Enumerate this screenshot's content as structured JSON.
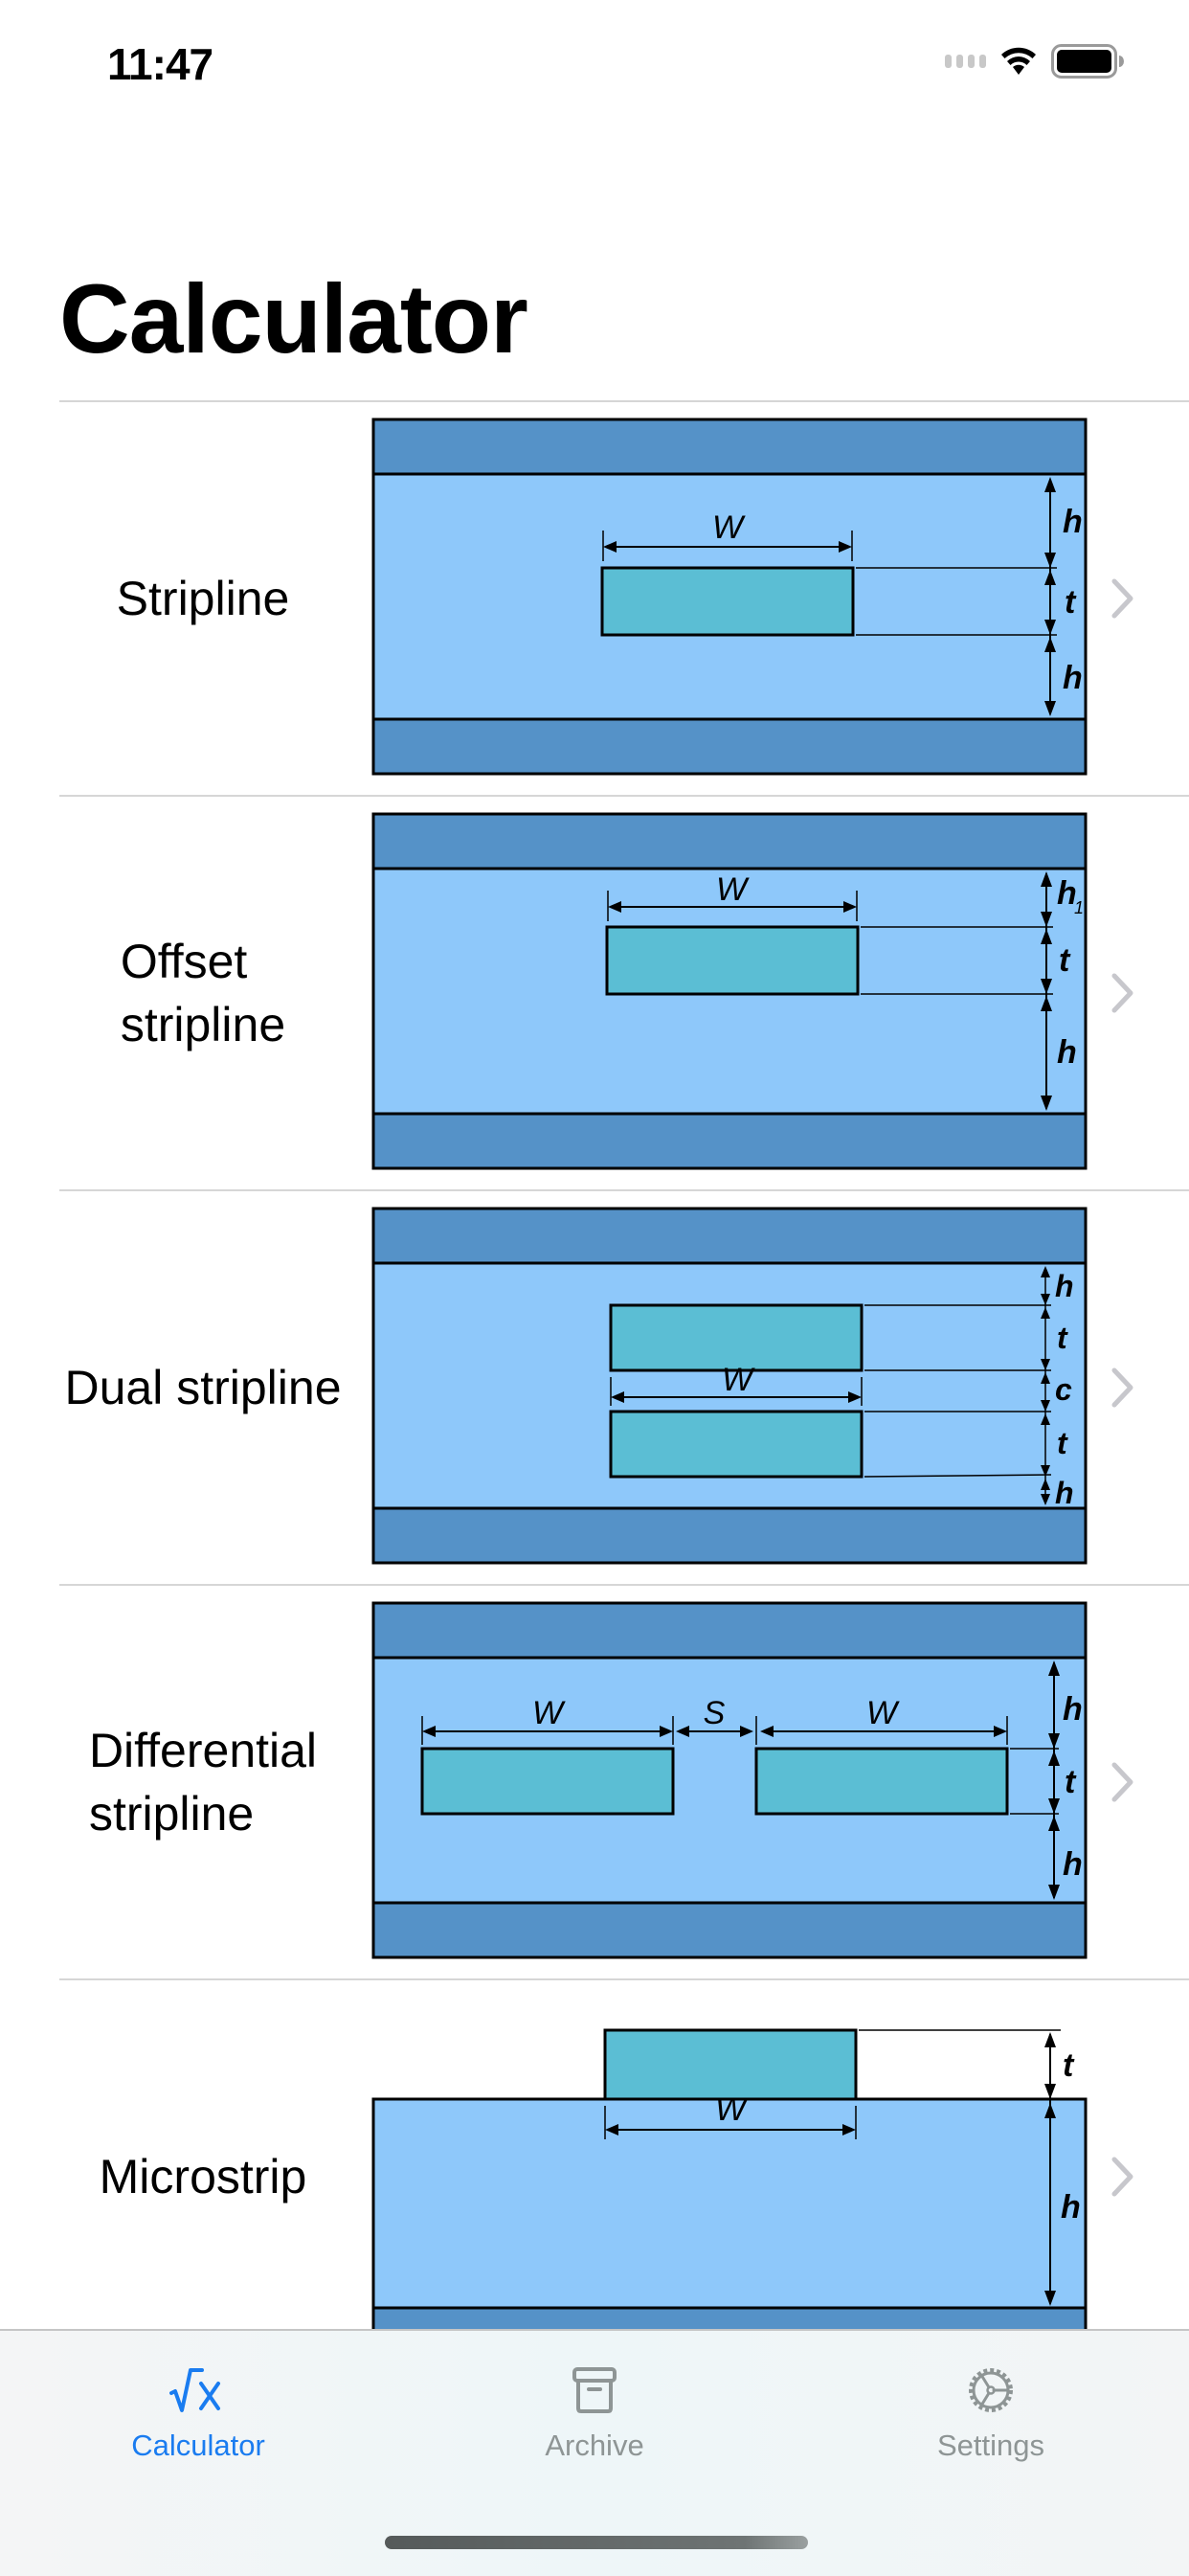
{
  "status_bar": {
    "time": "11:47",
    "wifi_icon": "wifi-icon",
    "battery_icon": "battery-icon",
    "signal_icon": "cellular-signal-icon"
  },
  "header": {
    "title": "Calculator"
  },
  "colors": {
    "accent": "#1a7cf0",
    "inactive_tab": "#8e9595",
    "ground_plane": "#5592c8",
    "dielectric": "#8ec8fa",
    "conductor": "#5bbed4",
    "outline": "#000000",
    "chevron": "#c7c7cc",
    "divider": "#d6d6d6"
  },
  "items": [
    {
      "label_lines": [
        "Stripline"
      ],
      "dims": {
        "w": "W",
        "h_top": "h",
        "t": "t",
        "h_bottom": "h"
      }
    },
    {
      "label_lines": [
        "Offset",
        "stripline"
      ],
      "dims": {
        "w": "W",
        "h1": "h",
        "h1_sub": "1",
        "t": "t",
        "h": "h"
      }
    },
    {
      "label_lines": [
        "Dual stripline"
      ],
      "dims": {
        "w": "W",
        "h_top": "h",
        "t1": "t",
        "c": "c",
        "t2": "t",
        "h_bottom": "h"
      }
    },
    {
      "label_lines": [
        "Differential",
        "stripline"
      ],
      "dims": {
        "w1": "W",
        "s": "S",
        "w2": "W",
        "h_top": "h",
        "t": "t",
        "h_bottom": "h"
      }
    },
    {
      "label_lines": [
        "Microstrip"
      ],
      "dims": {
        "w": "W",
        "t": "t",
        "h": "h"
      }
    }
  ],
  "tab_bar": {
    "tabs": [
      {
        "label": "Calculator",
        "icon": "square-root-x-icon",
        "selected": true
      },
      {
        "label": "Archive",
        "icon": "archive-box-icon",
        "selected": false
      },
      {
        "label": "Settings",
        "icon": "gear-icon",
        "selected": false
      }
    ]
  }
}
